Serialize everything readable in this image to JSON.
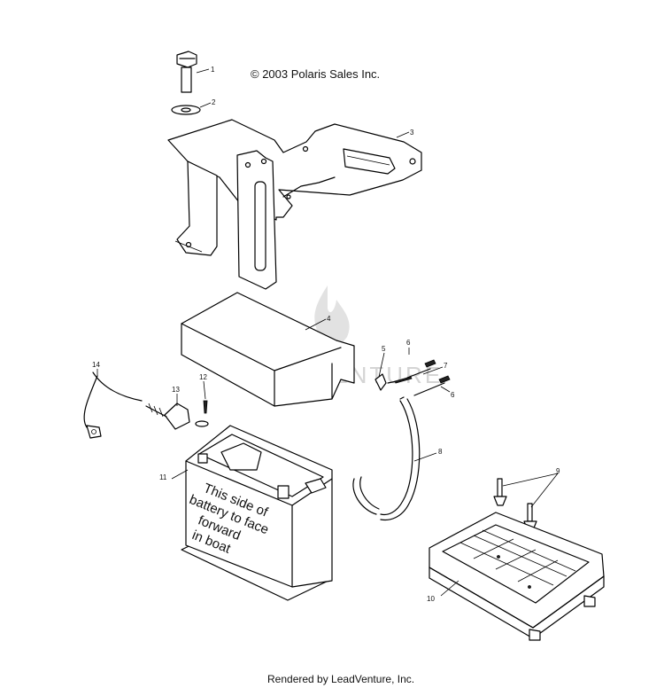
{
  "copyright": "© 2003 Polaris Sales Inc.",
  "footer": "Rendered by LeadVenture, Inc.",
  "watermark": "LEADVENTURE",
  "battery_label": [
    "This side of",
    "battery to face",
    "forward",
    "in boat"
  ],
  "callouts": [
    "1",
    "2",
    "3",
    "4",
    "5",
    "6",
    "7",
    "6",
    "8",
    "9",
    "10",
    "11",
    "12",
    "13",
    "14"
  ]
}
